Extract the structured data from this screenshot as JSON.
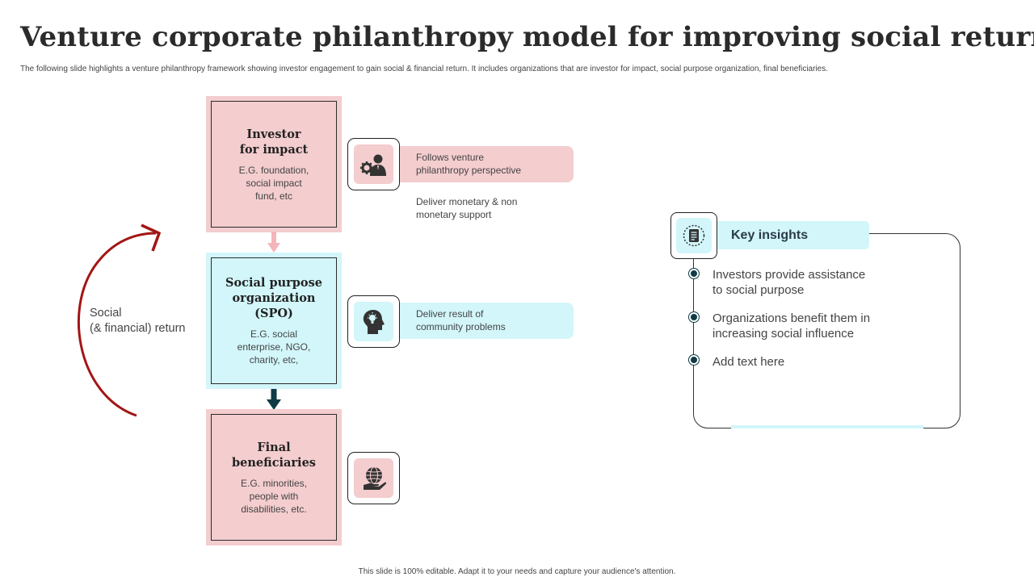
{
  "title": "Venture corporate philanthropy model for improving social returns",
  "subtitle": "The following slide highlights a venture philanthropy framework showing investor engagement to gain social & financial return. It includes organizations that are investor for impact, social purpose organization, final beneficiaries.",
  "stages": [
    {
      "title_line1": "Investor",
      "title_line2": "for impact",
      "title_line3": "",
      "desc_line1": "E.G. foundation,",
      "desc_line2": "social impact",
      "desc_line3": "fund, etc",
      "icon": "investor-gear-icon",
      "color": "#f4cdcf"
    },
    {
      "title_line1": "Social purpose",
      "title_line2": "organization",
      "title_line3": "(SPO)",
      "desc_line1": "E.G. social",
      "desc_line2": "enterprise, NGO,",
      "desc_line3": "charity, etc,",
      "icon": "head-idea-icon",
      "color": "#d2f6fa"
    },
    {
      "title_line1": "Final",
      "title_line2": "beneficiaries",
      "title_line3": "",
      "desc_line1": "E.G. minorities,",
      "desc_line2": "people with",
      "desc_line3": "disabilities, etc.",
      "icon": "globe-hand-icon",
      "color": "#f4cdcf"
    }
  ],
  "notes": {
    "investor_pill_line1": "Follows venture",
    "investor_pill_line2": "philanthropy perspective",
    "investor_text_line1": "Deliver monetary & non",
    "investor_text_line2": "monetary support",
    "spo_pill_line1": "Deliver result of",
    "spo_pill_line2": "community problems"
  },
  "return_label_line1": "Social",
  "return_label_line2": "(& financial) return",
  "insights": {
    "header": "Key insights",
    "icon": "document-list-icon",
    "items": [
      {
        "line1": "Investors provide assistance",
        "line2": "to social purpose"
      },
      {
        "line1": "Organizations benefit them in",
        "line2": "increasing social influence"
      },
      {
        "line1": "Add text here",
        "line2": ""
      }
    ]
  },
  "footer": "This slide is 100% editable. Adapt it to your needs and capture your audience's attention.",
  "colors": {
    "pink": "#f4cdcf",
    "cyan": "#d2f6fa",
    "dark_teal": "#0e3b45",
    "return_arrow": "#a31515"
  }
}
